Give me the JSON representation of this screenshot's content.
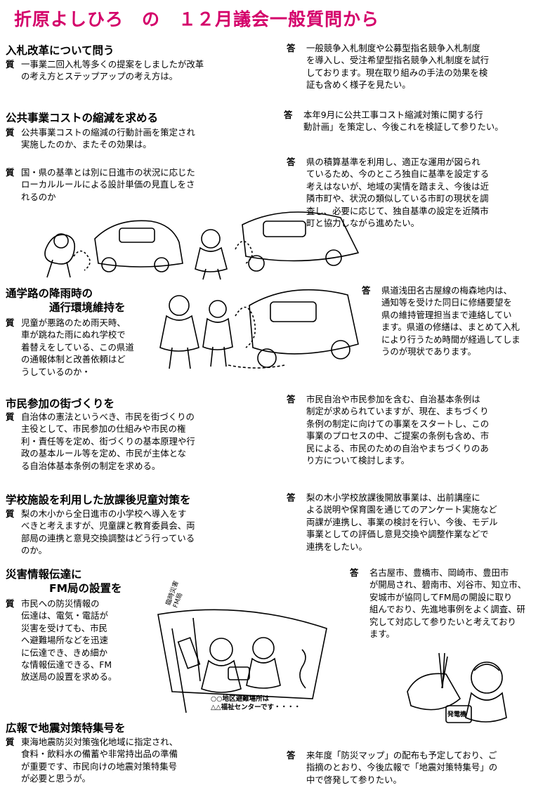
{
  "title": "折原よしひろ　の　１２月議会一般質問から",
  "q_mark": "質",
  "a_mark": "答",
  "sections": [
    {
      "topic": "入札改革について問う",
      "q": "一事業二回入札等多くの提案をしましたが改革\nの考え方とステップアップの考え方は。",
      "a": "一般競争入札制度や公募型指名競争入札制度\nを導入し、受注希望型指名競争入札制度を試行\nしております。現在取り組みの手法の効果を検\n証も含めく様子を見たい。"
    },
    {
      "topic": "公共事業コストの縮減を求める",
      "q": "公共事業コストの縮減の行動計画を策定され\n実施したのか、またその効果は。",
      "a": "本年9月に公共工事コスト縮減対策に関する行\n動計画」を策定し、今後これを検証して参りたい。"
    },
    {
      "q": "国・県の基準とは別に日進市の状況に応じた\nローカルルールによる設計単価の見直しをさ\nれるのか",
      "a": "県の積算基準を利用し、適正な運用が図られ\nているため、今のところ独自に基準を設定する\n考えはないが、地域の実情を踏まえ、今後は近\n隣市町や、状況の類似している市町の現状を調\n査し、必要に応じて、独自基準の設定を近隣市\n町と協力しながら進めたい。"
    },
    {
      "topic": "通学路の降雨時の\n　　　　通行環境維持を",
      "q": "児童が悪路のため雨天時、\n車が跳ねた雨にぬれ学校で\n着替えをしている、この県道\nの通報体制と改善依頼はど\nうしているのか・",
      "a": "県道浅田名古屋線の梅森地内は、\n通知等を受けた同日に修繕要望を\n県の維持管理担当まで連絡してい\nます。県道の修繕は、まとめて入札\nにより行うため時間が経過してしま\nうのが現状であります。"
    },
    {
      "topic": "市民参加の街づくりを",
      "q": "自治体の憲法というべき、市民を街づくりの\n主役として、市民参加の仕組みや市民の権\n利・責任等を定め、街づくりの基本原理や行\n政の基本ルール等を定め、市民が主体とな\nる自治体基本条例の制定を求める。",
      "a": "市民自治や市民参加を含む、自治基本条例は\n制定が求められていますが、現在、まちづくり\n条例の制定に向けての事業をスタートし、この\n事業のプロセスの中、ご提案の条例も含め、市\n民による、市民のための自治やまちづくりのあ\nり方について検討します。"
    },
    {
      "topic": "学校施設を利用した放課後児童対策を",
      "q": "梨の木小から全日進市の小学校へ導入をす\nべきと考えますが、児童課と教育委員会、両\n部局の連携と意見交換調整はどう行っている\nのか。",
      "a": "梨の木小学校放課後開放事業は、出前講座に\nよる説明や保育園を通じてのアンケート実施など\n両課が連携し、事業の検討を行い、今後、モデル\n事業としての評価し意見交換や調整作業などで\n連携をしたい。"
    },
    {
      "topic": "災害情報伝達に\n　　　　FM局の設置を",
      "q": "市民への防災情報の\n伝達は、電気・電話が\n災害を受けても、市民\nへ避難場所などを迅速\nに伝達でき、きめ細か\nな情報伝達できる、FM\n放送局の設置を求める。",
      "a": "名古屋市、豊橋市、岡崎市、豊田市\nが開局され、碧南市、刈谷市、知立市、\n安城市が協同してFM局の開設に取り\n組んでおり、先進地事例をよく調査、研\n究して対応して参りたいと考えており\nます。"
    },
    {
      "topic": "広報で地震対策特集号を",
      "q": "東海地震防災対策強化地域に指定され、\n食料・飲料水の備蓄や非常持出品の準備\nが重要です、市民向けの地震対策特集号\nが必要と思うが。",
      "a": "来年度「防災マップ」の配布も予定しており、ご\n指摘のとおり、今後広報で「地震対策特集号」の\n中で啓発して参りたい。"
    }
  ],
  "illustration_text": {
    "fm_caption": "○○地区避難場所は\n△△福祉センターです・・・・",
    "fm_sign": "臨時災害\nFM局",
    "radio_label": "発電機"
  }
}
